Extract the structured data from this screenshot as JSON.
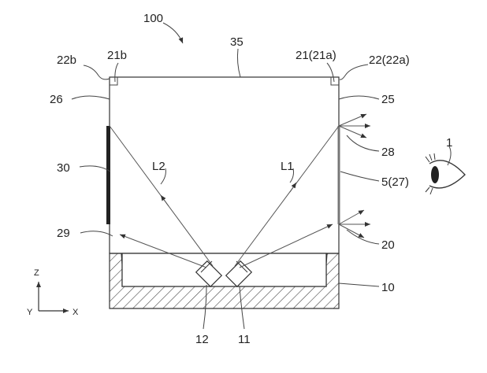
{
  "figure": {
    "ref_100": "100",
    "ref_35": "35",
    "ref_22b": "22b",
    "ref_21b": "21b",
    "ref_21": "21(21a)",
    "ref_22": "22(22a)",
    "ref_26": "26",
    "ref_25": "25",
    "ref_28": "28",
    "ref_1": "1",
    "ref_30": "30",
    "ref_L2": "L2",
    "ref_L1": "L1",
    "ref_5": "5(27)",
    "ref_29": "29",
    "ref_20": "20",
    "ref_10": "10",
    "ref_12": "12",
    "ref_11": "11",
    "axis_z": "Z",
    "axis_y": "Y",
    "axis_x": "X"
  },
  "colors": {
    "line": "#333333",
    "background": "#ffffff"
  }
}
